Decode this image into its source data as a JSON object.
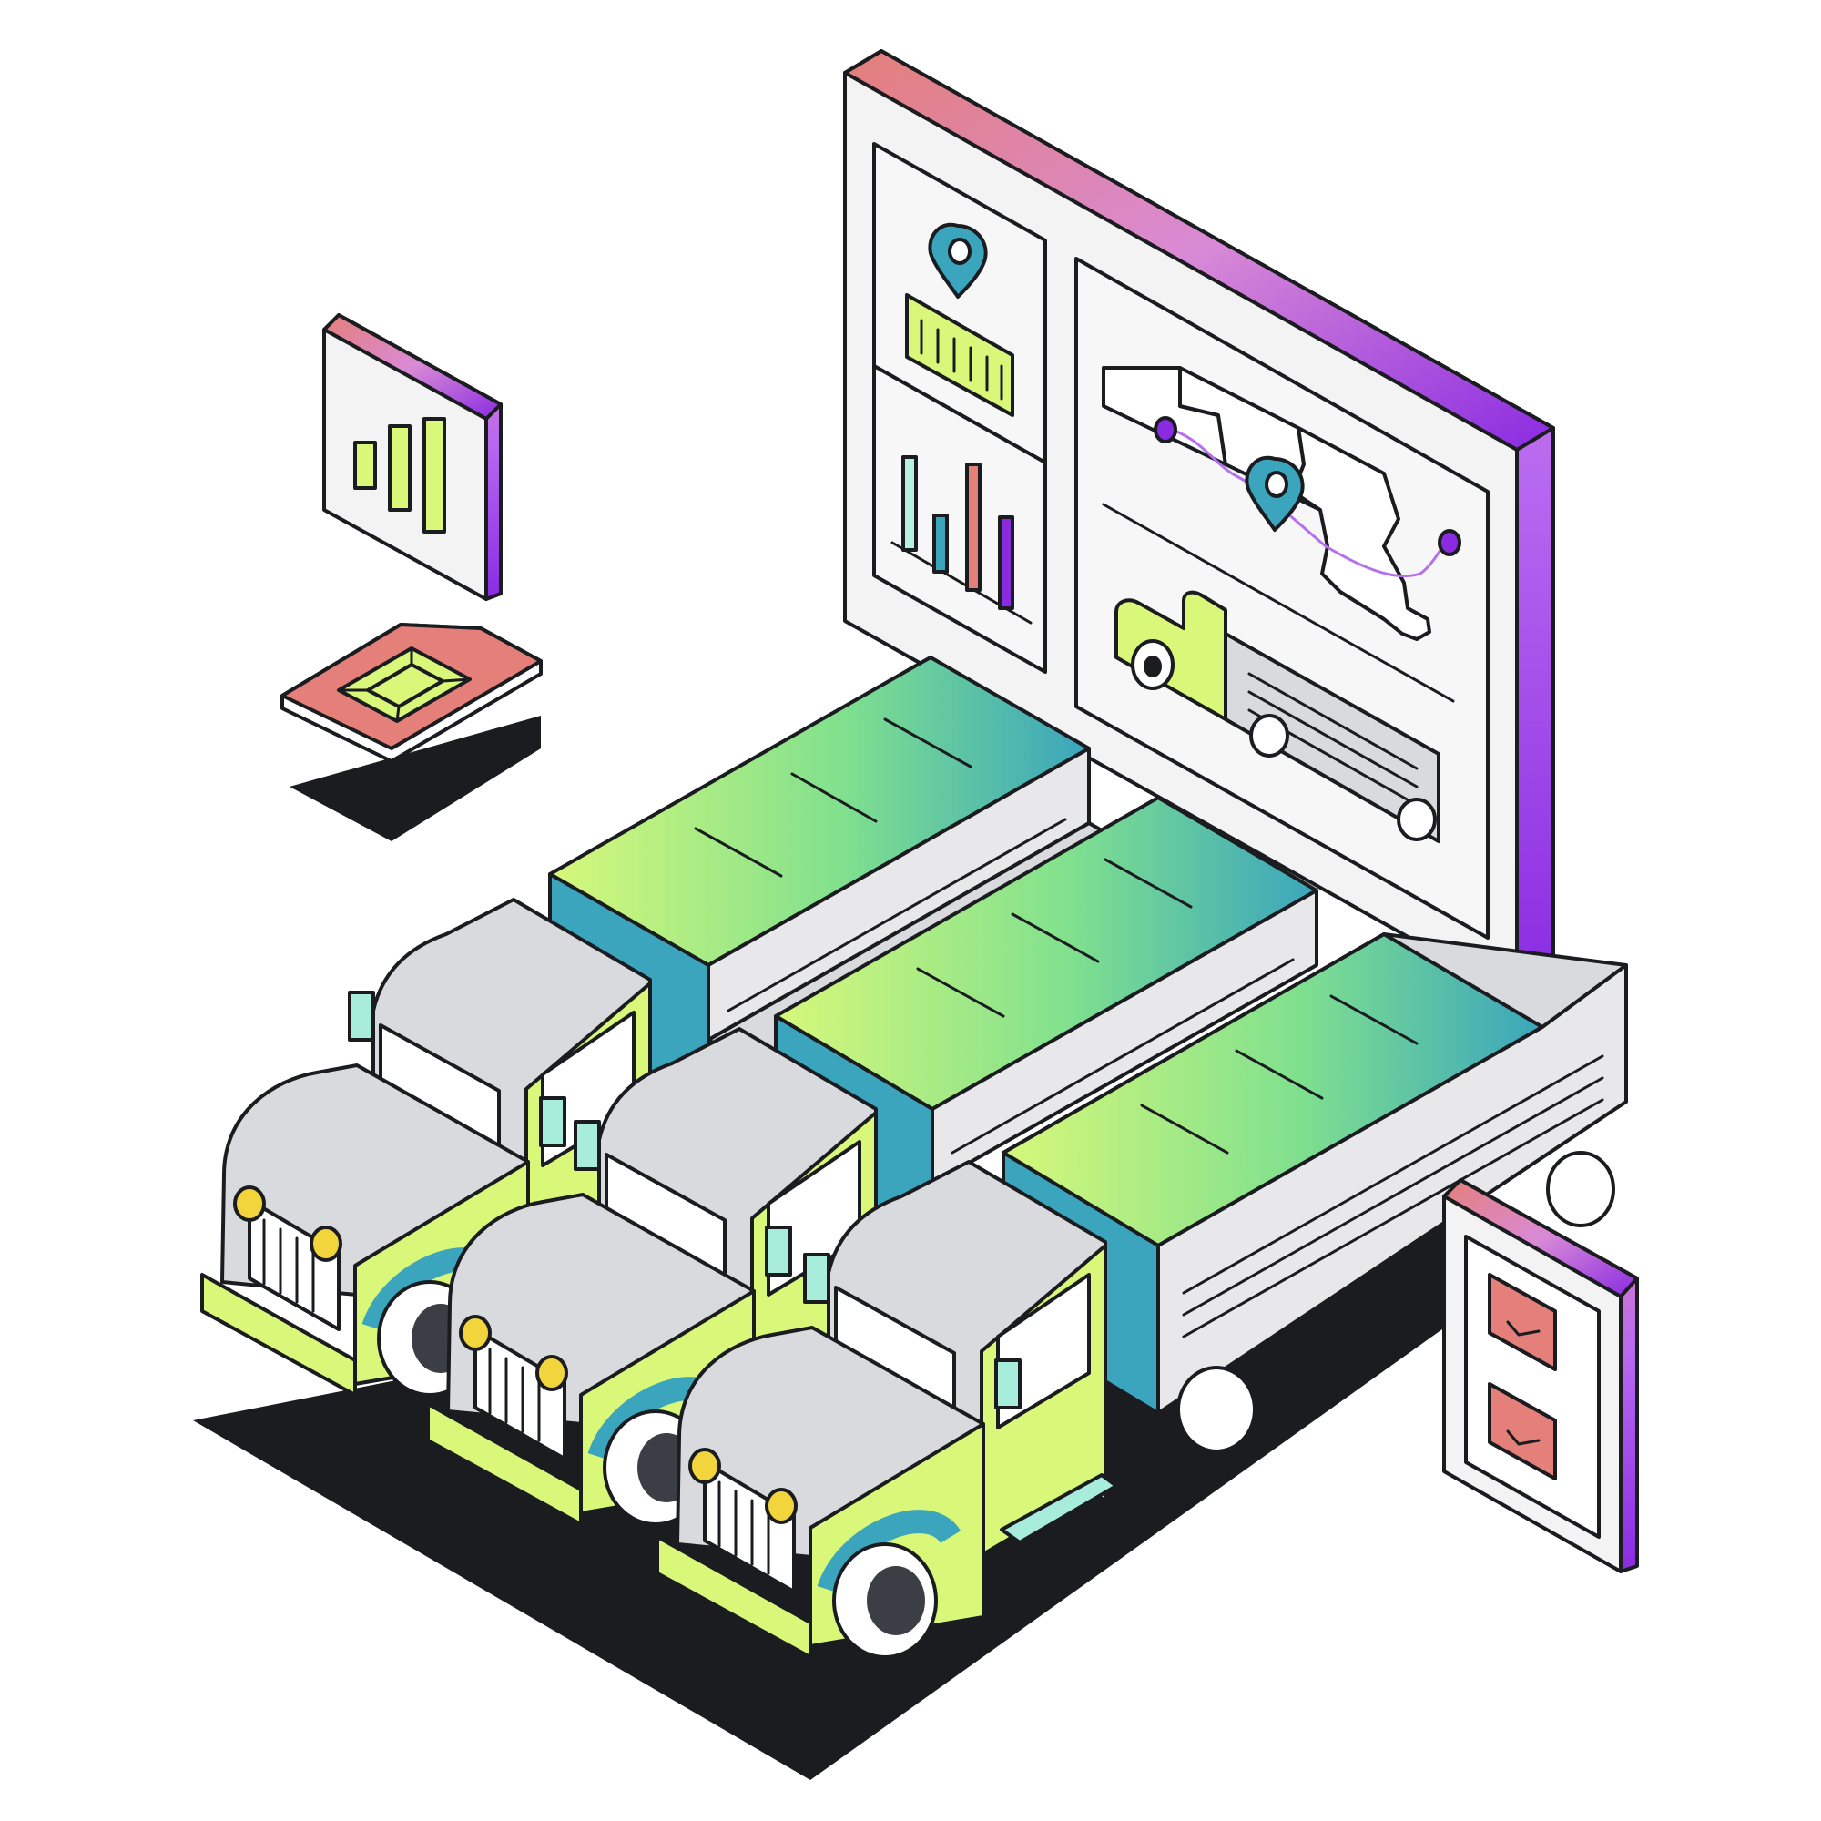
{
  "colors": {
    "outline": "#1a1c20",
    "shadow": "#1a1c20",
    "lime": "#d9f87a",
    "teal": "#3aa5bd",
    "green": "#7fe08e",
    "salmon": "#e47f79",
    "violet": "#8a2be2",
    "magenta": "#e585b8",
    "gray": "#d9dadd",
    "panel": "#f3f3f4",
    "yellow": "#f2d53c"
  },
  "icons": [
    "bar-chart-icon",
    "sim-chip-icon",
    "location-pin-icon",
    "barcode-icon",
    "route-map-icon",
    "truck-icon",
    "checkbox-checked-icon"
  ],
  "fleet": {
    "truck_count": 3
  },
  "checklist": {
    "checked_items": 2,
    "total_items": 2
  }
}
